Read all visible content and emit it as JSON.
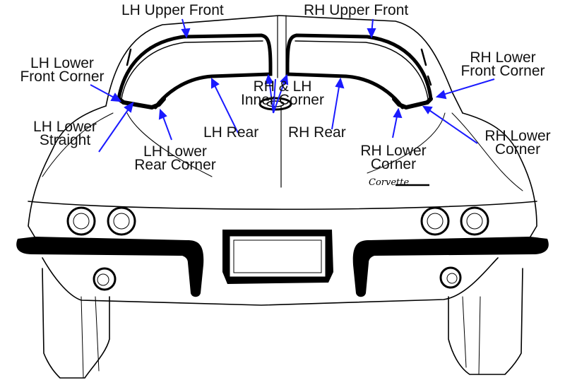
{
  "title": "Corvette Rear Window Weatherstrip Diagram",
  "colors": {
    "arrow": "#1a1aff",
    "line": "#000000",
    "background": "#ffffff"
  },
  "emblem_script": "Corvette",
  "labels": {
    "lh_upper_front": "LH Upper Front",
    "rh_upper_front": "RH Upper Front",
    "lh_lower_front_corner": [
      "LH Lower",
      "Front Corner"
    ],
    "rh_lower_front_corner": [
      "RH Lower",
      "Front Corner"
    ],
    "inner_corner": [
      "RH & LH",
      "Inner Corner"
    ],
    "lh_lower_straight": [
      "LH Lower",
      "Straight"
    ],
    "lh_rear": "LH Rear",
    "rh_rear": "RH Rear",
    "lh_lower_rear_corner": [
      "LH Lower",
      "Rear Corner"
    ],
    "rh_lower_corner": [
      "RH Lower",
      "Corner"
    ],
    "rh_lower_corner_outer": [
      "RH Lower",
      "Corner"
    ]
  }
}
